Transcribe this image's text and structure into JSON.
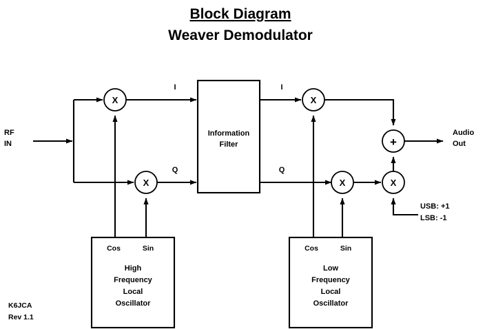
{
  "title": {
    "line1": "Block Diagram",
    "line2": "Weaver Demodulator"
  },
  "credit": {
    "callsign": "K6JCA",
    "revision": "Rev 1.1"
  },
  "ports": {
    "input_line1": "RF",
    "input_line2": "IN",
    "output_line1": "Audio",
    "output_line2": "Out"
  },
  "signals": {
    "i_pre_filter": "I",
    "q_pre_filter": "Q",
    "i_post_filter": "I",
    "q_post_filter": "Q"
  },
  "blocks": {
    "filter": {
      "line1": "Information",
      "line2": "Filter"
    },
    "high_osc": {
      "cos": "Cos",
      "sin": "Sin",
      "line1": "High",
      "line2": "Frequency",
      "line3": "Local",
      "line4": "Oscillator"
    },
    "low_osc": {
      "cos": "Cos",
      "sin": "Sin",
      "line1": "Low",
      "line2": "Frequency",
      "line3": "Local",
      "line4": "Oscillator"
    }
  },
  "operators": {
    "mixer_i_high": "X",
    "mixer_q_high": "X",
    "mixer_i_low": "X",
    "mixer_q_low": "X",
    "mixer_sideband": "X",
    "summer": "+"
  },
  "sideband_selector": {
    "usb": "USB: +1",
    "lsb": "LSB: -1"
  },
  "colors": {
    "background": "#ffffff",
    "ink": "#000000"
  }
}
